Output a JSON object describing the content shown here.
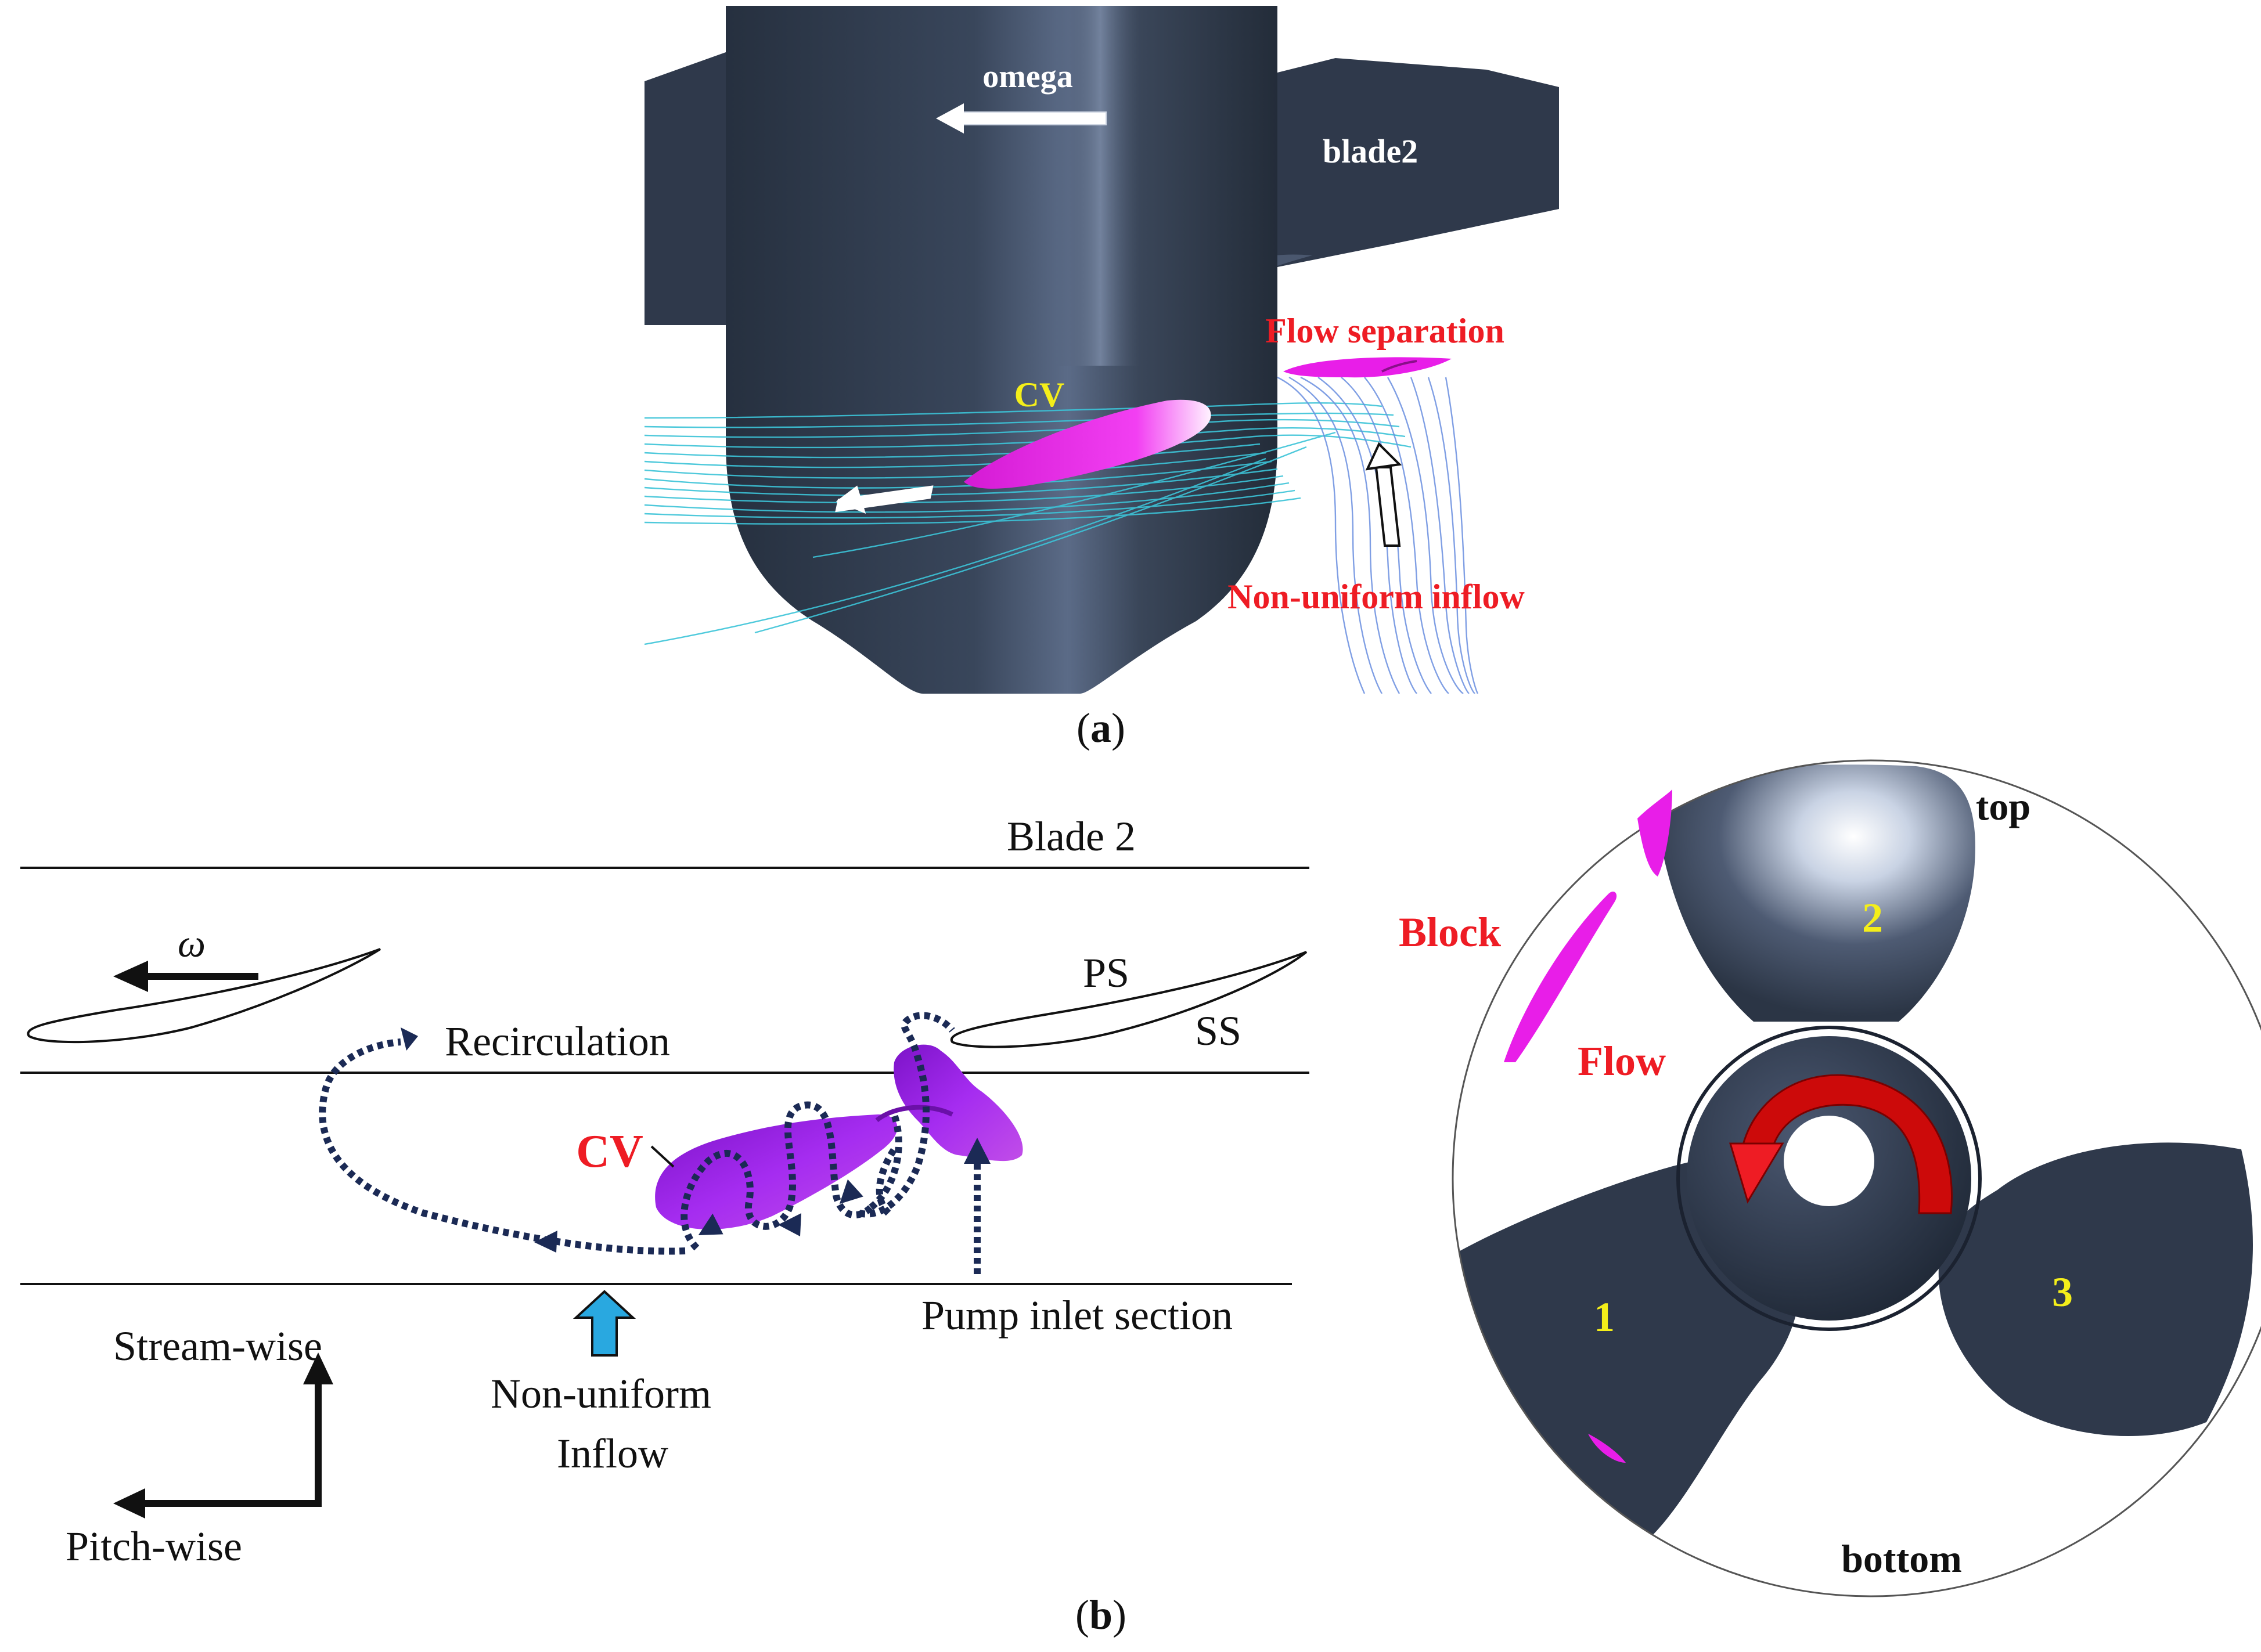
{
  "panel_a": {
    "omega": "omega",
    "blade2": "blade2",
    "flow_separation": "Flow separation",
    "cv": "CV",
    "non_uniform_inflow": "Non-uniform inflow",
    "caption_prefix": "(",
    "caption_letter": "a",
    "caption_suffix": ")"
  },
  "panel_b_left": {
    "blade2": "Blade 2",
    "omega": "ω",
    "ps": "PS",
    "ss": "SS",
    "recirculation": "Recirculation",
    "cv": "CV",
    "stream_wise": "Stream-wise",
    "pitch_wise": "Pitch-wise",
    "non_uniform": "Non-uniform",
    "inflow": "Inflow",
    "pump_inlet_section": "Pump inlet section"
  },
  "panel_b_right": {
    "top": "top",
    "bottom": "bottom",
    "block": "Block",
    "flow": "Flow",
    "blade_1": "1",
    "blade_2": "2",
    "blade_3": "3"
  },
  "caption_b": {
    "prefix": "(",
    "letter": "b",
    "suffix": ")"
  },
  "colors": {
    "hub": "#2e3849",
    "magenta": "#e81ee8",
    "purple": "#9a1fd6",
    "red_label": "#ee1c24",
    "yellow_label": "#f4ee1a",
    "streamline_cyan": "#3cc4d8",
    "streamline_blue": "#6a8fe0",
    "dashed_path": "#1b2a55",
    "inflow_arrow": "#29a8e0"
  }
}
